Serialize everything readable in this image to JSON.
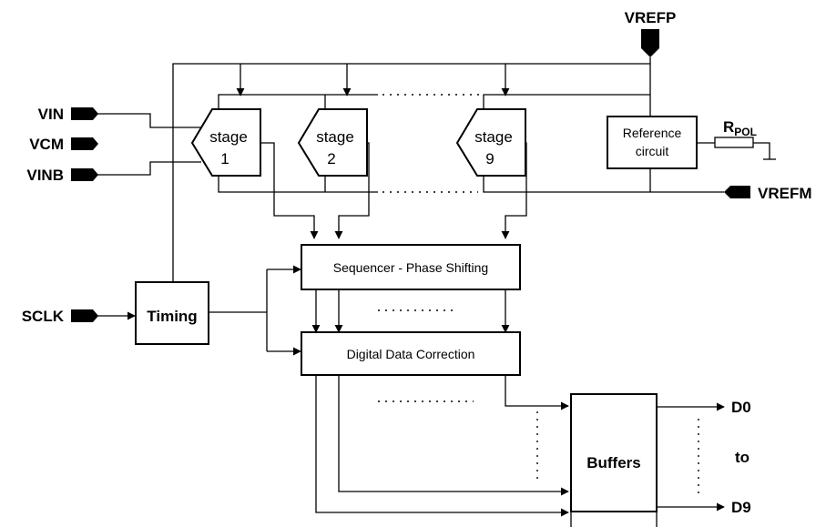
{
  "pins": {
    "vrefp": "VREFP",
    "vin": "VIN",
    "vcm": "VCM",
    "vinb": "VINB",
    "vrefm": "VREFM",
    "sclk": "SCLK",
    "d0": "D0",
    "to": "to",
    "d9": "D9"
  },
  "stages": [
    {
      "line1": "stage",
      "line2": "1"
    },
    {
      "line1": "stage",
      "line2": "2"
    },
    {
      "line1": "stage",
      "line2": "9"
    }
  ],
  "blocks": {
    "reference_line1": "Reference",
    "reference_line2": "circuit",
    "rpol_main": "R",
    "rpol_sub": "POL",
    "timing": "Timing",
    "sequencer": "Sequencer - Phase Shifting",
    "correction": "Digital Data Correction",
    "buffers": "Buffers"
  }
}
